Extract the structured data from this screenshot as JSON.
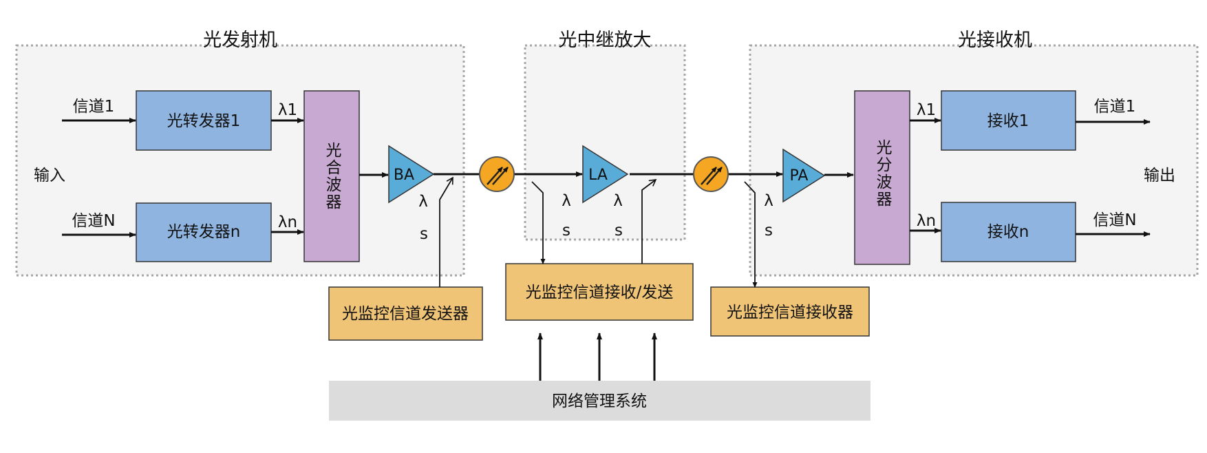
{
  "sections": {
    "transmitter": "光发射机",
    "repeater": "光中继放大",
    "receiver": "光接收机"
  },
  "io": {
    "input": "输入",
    "output": "输出"
  },
  "channels": {
    "ch1_in": "信道1",
    "chN_in": "信道N",
    "ch1_out": "信道1",
    "chN_out": "信道N"
  },
  "blocks": {
    "transponder1": "光转发器1",
    "transpondern": "光转发器n",
    "multiplexer": "光合波器",
    "demultiplexer": "光分波器",
    "receiver1": "接收1",
    "receivern": "接收n",
    "osc_transmitter": "光监控信道发送器",
    "osc_transceiver": "光监控信道接收/发送",
    "osc_receiver": "光监控信道接收器",
    "nms": "网络管理系统"
  },
  "amplifiers": {
    "booster": "BA",
    "line": "LA",
    "pre": "PA"
  },
  "wavelengths": {
    "lambda1_tx": "λ1",
    "lambdan_tx": "λn",
    "lambda1_rx": "λ1",
    "lambdan_rx": "λn",
    "lambda_s_1": "λ",
    "s_1": "s",
    "lambda_s_2": "λ",
    "s_2": "s",
    "lambda_s_3": "λ",
    "s_3": "s",
    "lambda_s_4": "λ",
    "s_4": "s"
  },
  "colors": {
    "blue_block": "#8fb4e0",
    "purple_block": "#c8a9d2",
    "orange_block": "#f0c476",
    "gray_block": "#dcdcdc",
    "amplifier": "#5aacd8",
    "osc_coupler": "#f5a623",
    "dashed_border": "#a6a6a6"
  }
}
